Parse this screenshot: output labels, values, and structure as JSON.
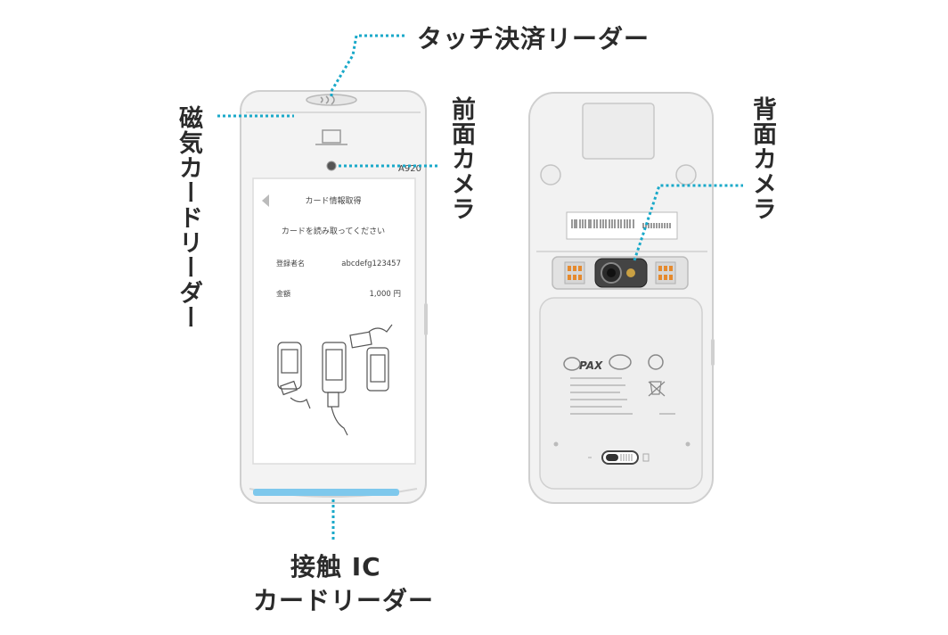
{
  "callouts": {
    "contactless_reader": "タッチ決済リーダー",
    "magnetic_reader": "磁気カードリーダー",
    "front_camera": "前面カメラ",
    "rear_camera": "背面カメラ",
    "ic_reader_line1": "接触 IC",
    "ic_reader_line2": "カードリーダー"
  },
  "screen": {
    "title": "カード情報取得",
    "instruction": "カードを読み取ってください",
    "name_label": "登録者名",
    "name_value": "abcdefg123457",
    "amount_label": "金額",
    "amount_value": "1,000 円"
  },
  "device": {
    "front_model": "A920",
    "rear_brand": "PAX"
  },
  "colors": {
    "callout_line": "#1aa9c9",
    "ic_slot": "#7ec8ec",
    "device_body": "#f2f2f2",
    "device_outline": "#c8c8c8",
    "label_text": "#2b2b2b"
  }
}
